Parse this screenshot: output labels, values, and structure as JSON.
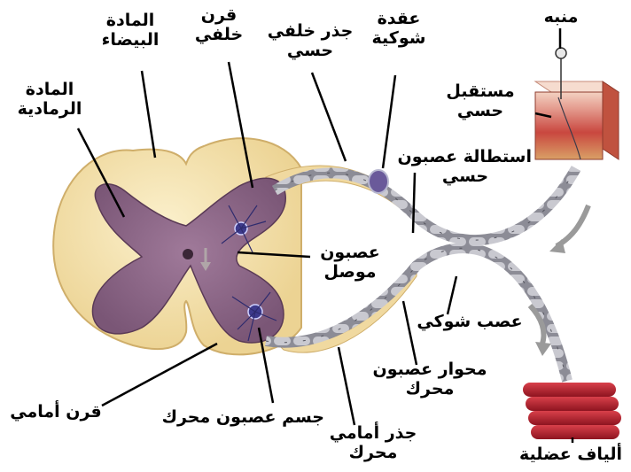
{
  "labels": {
    "white_matter": [
      "المادة",
      "البيضاء"
    ],
    "gray_matter": [
      "المادة",
      "الرمادية"
    ],
    "dorsal_horn": [
      "قرن",
      "خلفي"
    ],
    "dorsal_root": [
      "جذر خلفي",
      "حسي"
    ],
    "ganglion": [
      "عقدة",
      "شوكية"
    ],
    "stimulus": [
      "منبه"
    ],
    "receptor": [
      "مستقبل",
      "حسي"
    ],
    "sensory_axon": [
      "استطالة عصبون",
      "حسي"
    ],
    "interneuron": [
      "عصبون",
      "موصل"
    ],
    "spinal_nerve": [
      "عصب شوكي"
    ],
    "motor_axon": [
      "محوار عصبون",
      "محرك"
    ],
    "ventral_horn": [
      "قرن أمامي"
    ],
    "motor_cell_body": [
      "جسم عصبون محرك"
    ],
    "ventral_root": [
      "جذر أمامي",
      "محرك"
    ],
    "muscle_fibers": [
      "ألياف عضلية"
    ]
  },
  "colors": {
    "white_matter": "#f2dfa6",
    "white_matter_outline": "#d8bc7a",
    "gray_matter": "#8a6585",
    "gray_matter_dark": "#6b4a68",
    "nerve_segment": "#9a9aa3",
    "skin": "#e8b6a6",
    "muscle": "#b2202c",
    "neuron": "#3d3a8c",
    "arrow": "#9a9a9a"
  }
}
